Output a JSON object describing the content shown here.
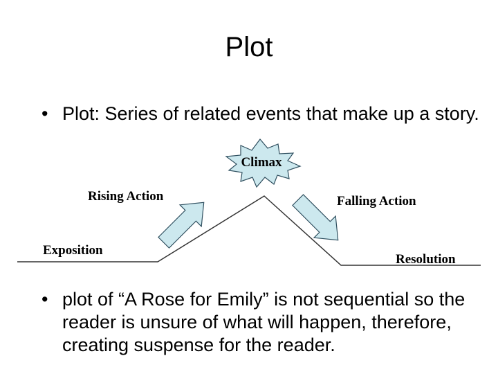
{
  "slide": {
    "title": "Plot",
    "bullets": [
      "Plot:  Series of related events that make up a story.",
      "plot of “A Rose for Emily” is not sequential so the reader is unsure of what will happen, therefore, creating suspense for the reader."
    ]
  },
  "diagram": {
    "labels": {
      "climax": "Climax",
      "rising_action": "Rising Action",
      "falling_action": "Falling Action",
      "exposition": "Exposition",
      "resolution": "Resolution"
    },
    "colors": {
      "arrow_fill": "#cce8ee",
      "arrow_stroke": "#2f4f5f",
      "star_fill": "#cce8ee",
      "plot_line": "#333333"
    }
  }
}
